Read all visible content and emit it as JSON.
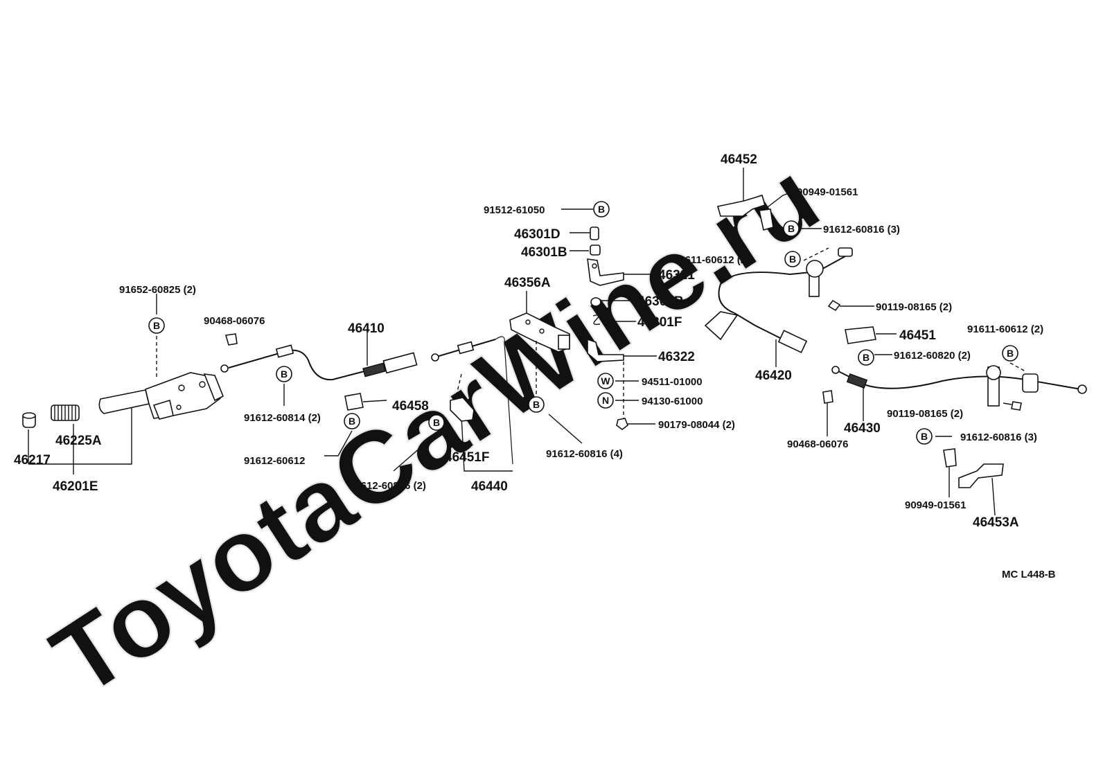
{
  "watermark": "ToyotaCarWine.ru",
  "diagram_code": "MC L448-B",
  "parts": {
    "p91652_60825": "91652-60825 (2)",
    "p90468_06076_left": "90468-06076",
    "p46410": "46410",
    "p46217": "46217",
    "p46225A": "46225A",
    "p46201E": "46201E",
    "p91612_60814": "91612-60814 (2)",
    "p46458": "46458",
    "p91612_60612": "91612-60612",
    "p91612_60816_2": "91612-60816 (2)",
    "p46451F": "46451F",
    "p46440": "46440",
    "p46356A": "46356A",
    "p91612_60816_4": "91612-60816 (4)",
    "p91512_61050": "91512-61050",
    "p46301D": "46301D",
    "p46301B_top": "46301B",
    "p46321": "46321",
    "p46301B_mid": "46301B",
    "p46301F": "46301F",
    "p46322": "46322",
    "p94511_01000": "94511-01000",
    "p94130_61000": "94130-61000",
    "p90179_08044": "90179-08044 (2)",
    "p46452": "46452",
    "p90949_01561_top": "90949-01561",
    "p91612_60816_3_top": "91612-60816 (3)",
    "p91611_60612_left": "91611-60612 (2)",
    "p90119_08165_top": "90119-08165 (2)",
    "p46420": "46420",
    "p46451": "46451",
    "p91611_60612_right": "91611-60612 (2)",
    "p91612_60820": "91612-60820 (2)",
    "p90119_08165_bottom": "90119-08165 (2)",
    "p46430": "46430",
    "p90468_06076_right": "90468-06076",
    "p91612_60816_3_bottom": "91612-60816 (3)",
    "p90949_01561_bottom": "90949-01561",
    "p46453A": "46453A"
  },
  "badges": {
    "bolt": "B",
    "washer": "W",
    "nut": "N"
  }
}
